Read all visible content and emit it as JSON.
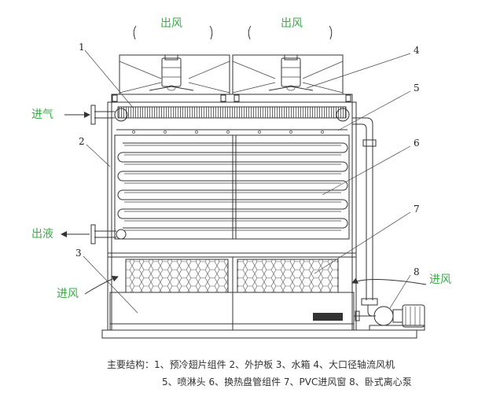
{
  "labels": {
    "outlet_left": "出风",
    "outlet_right": "出风",
    "inlet_gas": "进气",
    "outlet_liquid": "出液",
    "inlet_air_left": "进风",
    "inlet_air_right": "进风"
  },
  "callouts": [
    "1",
    "2",
    "3",
    "4",
    "5",
    "6",
    "7",
    "8"
  ],
  "legend": {
    "line1": "主要结构：1、预冷翅片组件  2、外护板  3、水箱  4、大口径轴流风机",
    "line2": "5、喷淋头   6、换热盘管组件  7、PVC进风窗  8、卧式离心泵"
  },
  "colors": {
    "label_green": "#3bab4a",
    "line": "#333333"
  }
}
